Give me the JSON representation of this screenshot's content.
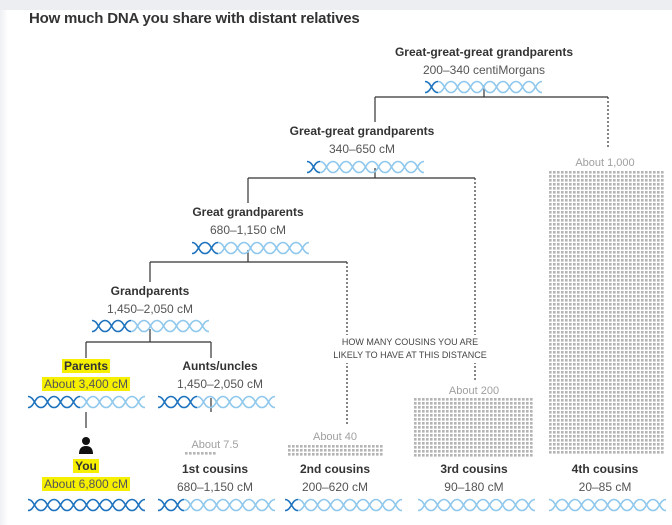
{
  "title": "How much DNA you share with distant relatives",
  "colors": {
    "dna_dark": "#1e73be",
    "dna_light": "#8fc8ec",
    "highlight": "#f6f000",
    "dots": "#b5b5b5",
    "lines": "#333333"
  },
  "icons": {
    "person": "person-icon"
  },
  "ancestors": [
    {
      "id": "gggp",
      "name": "Great-great-great grandparents",
      "cm": "200–340 centiMorgans"
    },
    {
      "id": "ggp",
      "name": "Great-great grandparents",
      "cm": "340–650 cM"
    },
    {
      "id": "gp3",
      "name": "Great grandparents",
      "cm": "680–1,150 cM"
    },
    {
      "id": "gp",
      "name": "Grandparents",
      "cm": "1,450–2,050 cM"
    },
    {
      "id": "parents",
      "name": "Parents",
      "cm": "About 3,400 cM"
    },
    {
      "id": "aunts",
      "name": "Aunts/uncles",
      "cm": "1,450–2,050 cM"
    },
    {
      "id": "you",
      "name": "You",
      "cm": "About 6,800 cM"
    }
  ],
  "cousins": [
    {
      "id": "c1",
      "name": "1st cousins",
      "cm": "680–1,150 cM",
      "count": "About 7.5"
    },
    {
      "id": "c2",
      "name": "2nd cousins",
      "cm": "200–620 cM",
      "count": "About 40"
    },
    {
      "id": "c3",
      "name": "3rd cousins",
      "cm": "90–180 cM",
      "count": "About 200"
    },
    {
      "id": "c4",
      "name": "4th cousins",
      "cm": "20–85 cM",
      "count": "About 1,000"
    }
  ],
  "note": {
    "line1": "HOW MANY COUSINS YOU ARE",
    "line2": "LIKELY TO HAVE AT THIS DISTANCE"
  }
}
